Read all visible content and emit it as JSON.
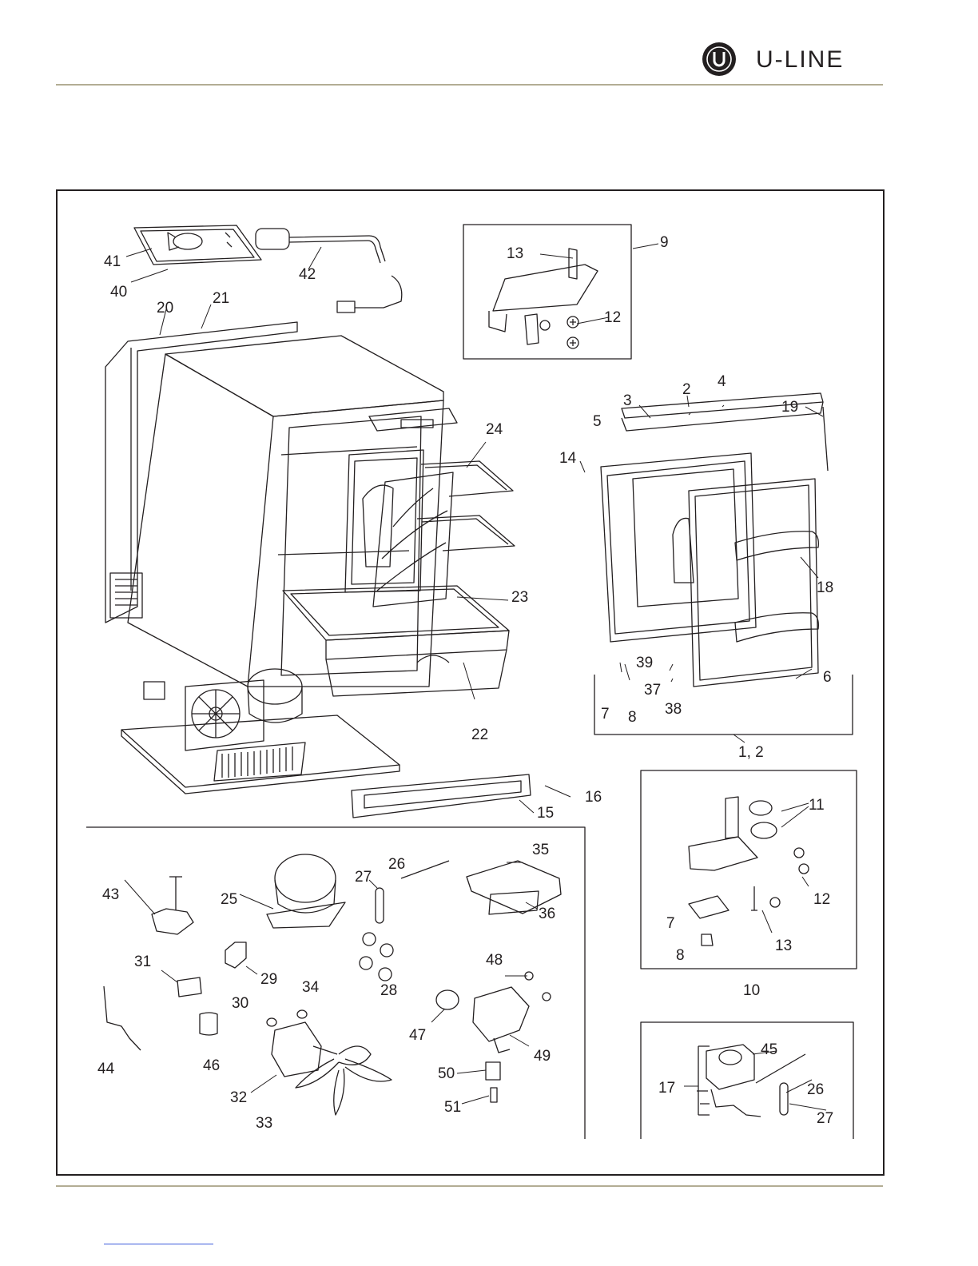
{
  "header": {
    "brand": "U-LINE",
    "logo_icon": "u-line-logo-icon"
  },
  "colors": {
    "rule": "#b3ad94",
    "ink": "#231f20",
    "footer_link": "#3b5bdb"
  },
  "diagram": {
    "main_callouts": [
      "41",
      "40",
      "42",
      "20",
      "21",
      "24",
      "23",
      "22",
      "15",
      "16"
    ],
    "top_hinge_box": {
      "group_label": "9",
      "callouts": [
        "13",
        "12"
      ]
    },
    "door_group": {
      "group_label": "1, 2",
      "callouts": [
        "3",
        "2",
        "4",
        "5",
        "19",
        "14",
        "18",
        "39",
        "37",
        "38",
        "7",
        "8",
        "6"
      ]
    },
    "bottom_hinge_box": {
      "group_label": "10",
      "callouts": [
        "11",
        "12",
        "7",
        "13",
        "8"
      ]
    },
    "components_box": {
      "callouts": [
        "43",
        "25",
        "27",
        "26",
        "35",
        "36",
        "31",
        "29",
        "30",
        "34",
        "28",
        "48",
        "47",
        "49",
        "50",
        "51",
        "44",
        "46",
        "32",
        "33"
      ]
    },
    "valve_box": {
      "callouts": [
        "45",
        "17",
        "26",
        "27"
      ]
    }
  }
}
